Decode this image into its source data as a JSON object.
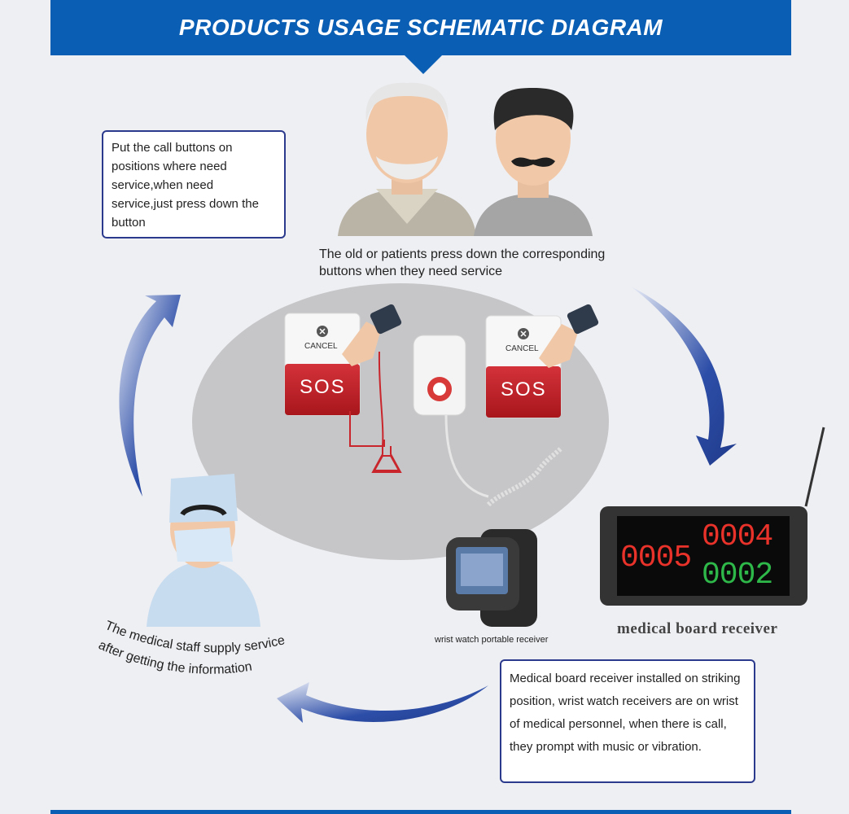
{
  "banner": {
    "title": "PRODUCTS USAGE SCHEMATIC DIAGRAM"
  },
  "note_top_left": "Put the call buttons on positions where need service,when need service,just press down the button",
  "caption_patients": "The old or patients press down the corresponding buttons when they need service",
  "button_left": {
    "cancel": "CANCEL",
    "sos": "SOS"
  },
  "button_right": {
    "cancel": "CANCEL",
    "sos": "SOS"
  },
  "watch_caption": "wrist watch portable receiver",
  "board_caption": "medical board receiver",
  "board_display": {
    "left": "0005",
    "top_right": "0004",
    "bottom_right": "0002"
  },
  "staff_caption": {
    "line1": "The medical staff supply service",
    "line2": "after getting the information"
  },
  "note_bottom_right": "Medical board receiver installed on striking position, wrist watch receivers are on wrist of medical personnel, when there is call, they prompt with music or vibration.",
  "colors": {
    "banner": "#0a5fb4",
    "arrow": "#2d4ea8",
    "sos_red": "#c8262c",
    "led_red": "#e8322a",
    "led_green": "#2fb84a"
  }
}
